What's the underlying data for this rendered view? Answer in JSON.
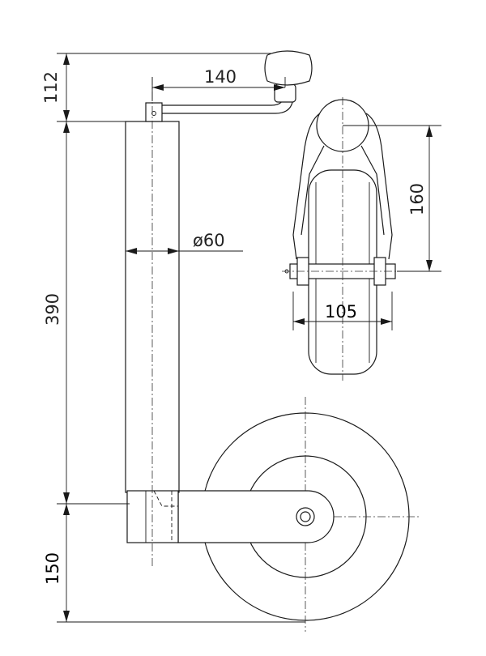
{
  "dimensions": {
    "crank_height": "112",
    "crank_reach": "140",
    "tube_diameter": "ø60",
    "tube_length": "390",
    "wheel_height": "150",
    "fork_height": "160",
    "wheel_width": "105"
  }
}
